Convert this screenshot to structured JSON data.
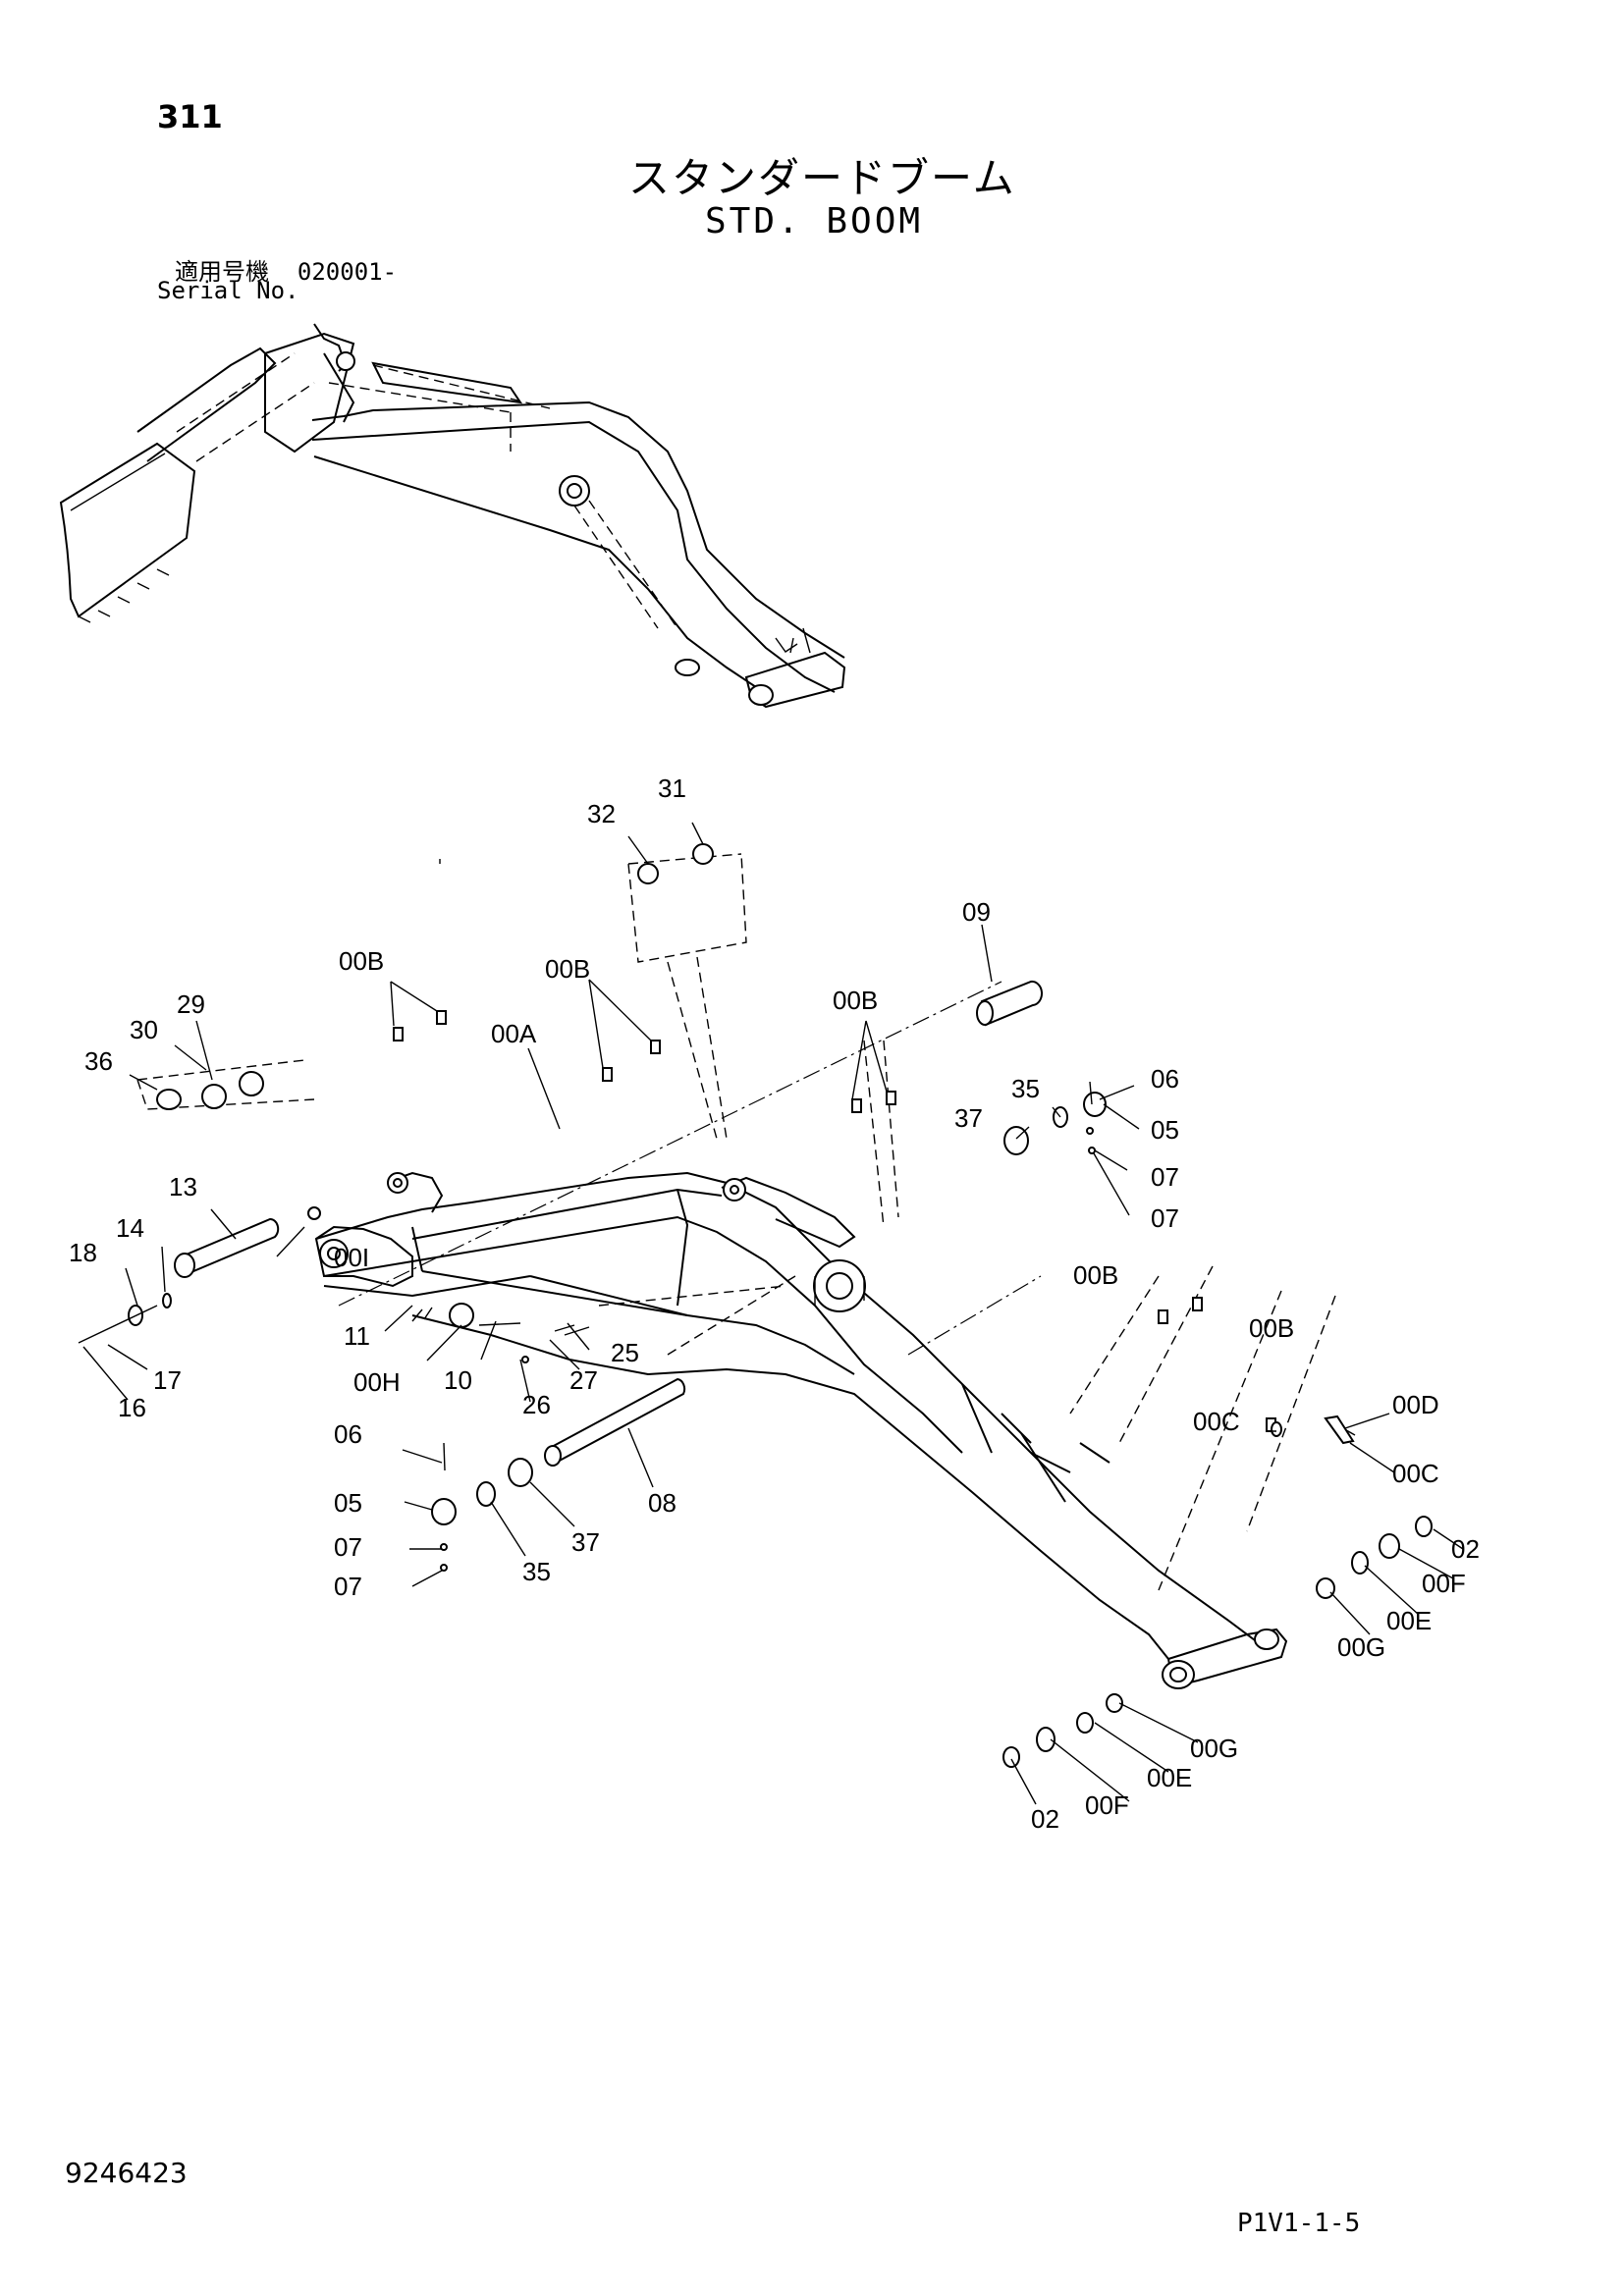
{
  "header": {
    "page_number": "311",
    "title_ja": "スタンダードブーム",
    "title_en": "STD. BOOM",
    "serial_label_ja": "適用号機",
    "serial_value": "020001-",
    "serial_label_en": "Serial No."
  },
  "footer": {
    "doc_number": "9246423",
    "page_code": "P1V1-1-5"
  },
  "callouts": {
    "p32": "32",
    "p31": "31",
    "p09": "09",
    "p00b_1": "00B",
    "p00b_2": "00B",
    "p00b_3": "00B",
    "p00b_4": "00B",
    "p00b_5": "00B",
    "p00a": "00A",
    "p29": "29",
    "p30": "30",
    "p36": "36",
    "p35_top": "35",
    "p37_top": "37",
    "p06_top": "06",
    "p05_top": "05",
    "p07_top1": "07",
    "p07_top2": "07",
    "p13": "13",
    "p14": "14",
    "p18": "18",
    "p00i": "00I",
    "p17": "17",
    "p16": "16",
    "p11": "11",
    "p00h": "00H",
    "p10": "10",
    "p25": "25",
    "p27": "27",
    "p26": "26",
    "p06_bot": "06",
    "p05_bot": "05",
    "p07_bot1": "07",
    "p07_bot2": "07",
    "p35_bot": "35",
    "p37_bot": "37",
    "p08": "08",
    "p00c_1": "00C",
    "p00d": "00D",
    "p00c_2": "00C",
    "p02_r": "02",
    "p00f_r": "00F",
    "p00e_r": "00E",
    "p00g_r": "00G",
    "p00g_b": "00G",
    "p00e_b": "00E",
    "p00f_b": "00F",
    "p02_b": "02"
  }
}
